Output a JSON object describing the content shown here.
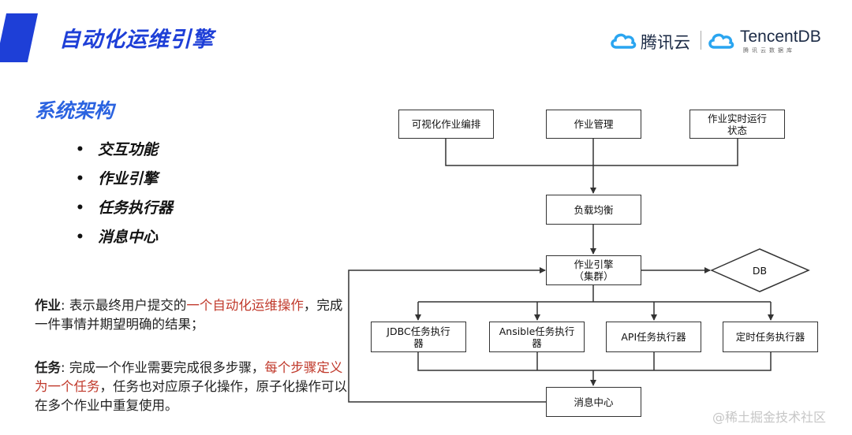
{
  "header": {
    "title": "自动化运维引擎",
    "brand_tencent_cloud": "腾讯云",
    "brand_tencentdb": "TencentDB",
    "brand_tencentdb_sub": "腾讯云数据库"
  },
  "left": {
    "section_title": "系统架构",
    "bullets": [
      "交互功能",
      "作业引擎",
      "任务执行器",
      "消息中心"
    ],
    "job": {
      "term": "作业",
      "sep": ": ",
      "text1": "表示最终用户提交的",
      "highlight": "一个自动化运维操作",
      "text2": "，完成一件事情并期望明确的结果；"
    },
    "task": {
      "term": "任务",
      "sep": ": ",
      "text1": "完成一个作业需要完成很多步骤，",
      "highlight": "每个步骤定义为一个任务",
      "text2": "，任务也对应原子化操作，原子化操作可以在多个作业中重复使用。"
    }
  },
  "diagram": {
    "nodes": {
      "visual_orchestration": "可视化作业编排",
      "job_management": "作业管理",
      "job_runtime_status": "作业实时运行\n状态",
      "load_balancer": "负载均衡",
      "job_engine": "作业引擎\n（集群）",
      "db": "DB",
      "jdbc_executor": "JDBC任务执行\n器",
      "ansible_executor": "Ansible任务执行\n器",
      "api_executor": "API任务执行器",
      "scheduled_executor": "定时任务执行器",
      "message_center": "消息中心"
    }
  },
  "watermark": "@稀土掘金技术社区",
  "colors": {
    "accent_blue": "#1e3fd7",
    "highlight_red": "#c0392b",
    "logo_blue": "#2aa5f0"
  }
}
